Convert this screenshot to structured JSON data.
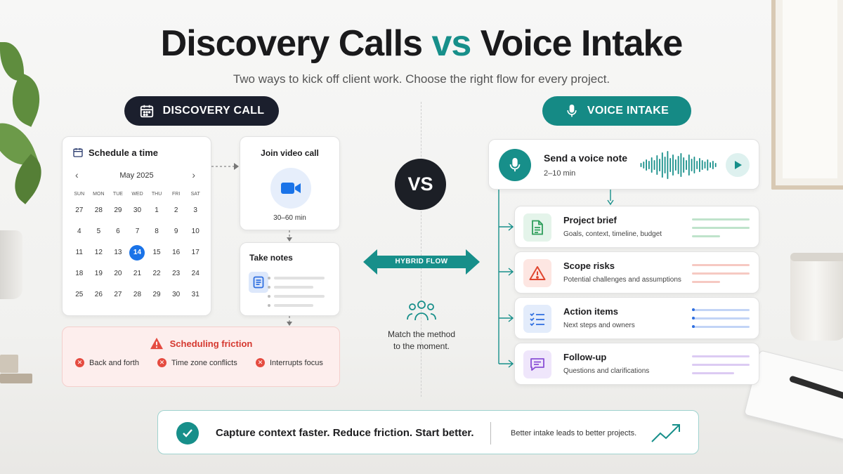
{
  "header": {
    "title_part1": "Discovery Calls ",
    "title_vs": "vs",
    "title_part2": " Voice Intake",
    "subtitle": "Two ways to kick off client work. Choose the right flow for every project."
  },
  "left": {
    "pill_label": "DISCOVERY CALL",
    "calendar": {
      "heading": "Schedule a time",
      "month": "May 2025",
      "prev_glyph": "‹",
      "next_glyph": "›",
      "weekdays": [
        "SUN",
        "MON",
        "TUE",
        "WED",
        "THU",
        "FRI",
        "SAT"
      ],
      "days": [
        [
          "27",
          "28",
          "29",
          "30",
          "1",
          "2",
          "3"
        ],
        [
          "4",
          "5",
          "6",
          "7",
          "8",
          "9",
          "10"
        ],
        [
          "11",
          "12",
          "13",
          "14",
          "15",
          "16",
          "17"
        ],
        [
          "18",
          "19",
          "20",
          "21",
          "22",
          "23",
          "24"
        ],
        [
          "25",
          "26",
          "27",
          "28",
          "29",
          "30",
          "31"
        ]
      ],
      "selected_day": "14"
    },
    "video": {
      "title": "Join video call",
      "duration": "30–60 min"
    },
    "notes": {
      "title": "Take notes"
    },
    "friction": {
      "title": "Scheduling friction",
      "items": [
        "Back and forth",
        "Time zone conflicts",
        "Interrupts focus"
      ]
    }
  },
  "center": {
    "vs_label": "VS",
    "hybrid_label": "HYBRID FLOW",
    "match_line1": "Match the method",
    "match_line2": "to the moment."
  },
  "right": {
    "pill_label": "VOICE INTAKE",
    "voice_note": {
      "title": "Send a voice note",
      "duration": "2–10 min"
    },
    "outputs": [
      {
        "title": "Project brief",
        "desc": "Goals, context, timeline, budget",
        "icon": "document-icon",
        "color": "#2e9e5b",
        "bg": "#e4f4ea",
        "line": "#bfe3cb"
      },
      {
        "title": "Scope risks",
        "desc": "Potential challenges and assumptions",
        "icon": "warning-icon",
        "color": "#e0452f",
        "bg": "#fde6e2",
        "line": "#f6c9c2"
      },
      {
        "title": "Action items",
        "desc": "Next steps and owners",
        "icon": "checklist-icon",
        "color": "#2f6fe0",
        "bg": "#e3ecfb",
        "line": "#c2d4f6"
      },
      {
        "title": "Follow-up",
        "desc": "Questions and clarifications",
        "icon": "chat-icon",
        "color": "#8a4fd6",
        "bg": "#efe6fb",
        "line": "#dccbf3"
      }
    ]
  },
  "banner": {
    "main": "Capture context faster. Reduce friction. Start better.",
    "side": "Better intake leads to better projects."
  },
  "colors": {
    "teal": "#178f8a",
    "dark": "#1b1f2d",
    "blue": "#1a73e8",
    "red": "#d5382f"
  }
}
